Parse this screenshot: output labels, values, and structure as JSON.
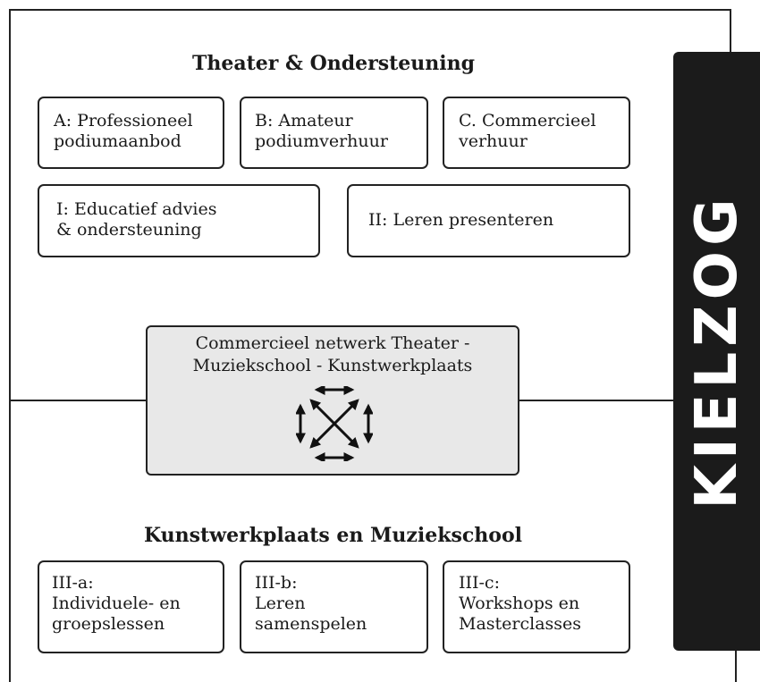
{
  "top_heading": "Theater & Ondersteuning",
  "bottom_heading": "Kunstwerkplaats en Muziekschool",
  "side_label": "KIELZOG",
  "center": {
    "text": "Commercieel netwerk Theater -\nMuziekschool - Kunstwerkplaats"
  },
  "top_row": [
    {
      "label": "A: Professioneel\npodiumaanbod"
    },
    {
      "label": "B: Amateur\npodiumverhuur"
    },
    {
      "label": "C. Commercieel\nverhuur"
    }
  ],
  "middle_row": [
    {
      "label": "I: Educatief advies\n& ondersteuning"
    },
    {
      "label": "II: Leren presenteren"
    }
  ],
  "bottom_row": [
    {
      "label": "III-a:\nIndividuele- en\ngroepslessen"
    },
    {
      "label": "III-b:\nLeren\nsamenspelen"
    },
    {
      "label": "III-c:\nWorkshops en\nMasterclasses"
    }
  ]
}
